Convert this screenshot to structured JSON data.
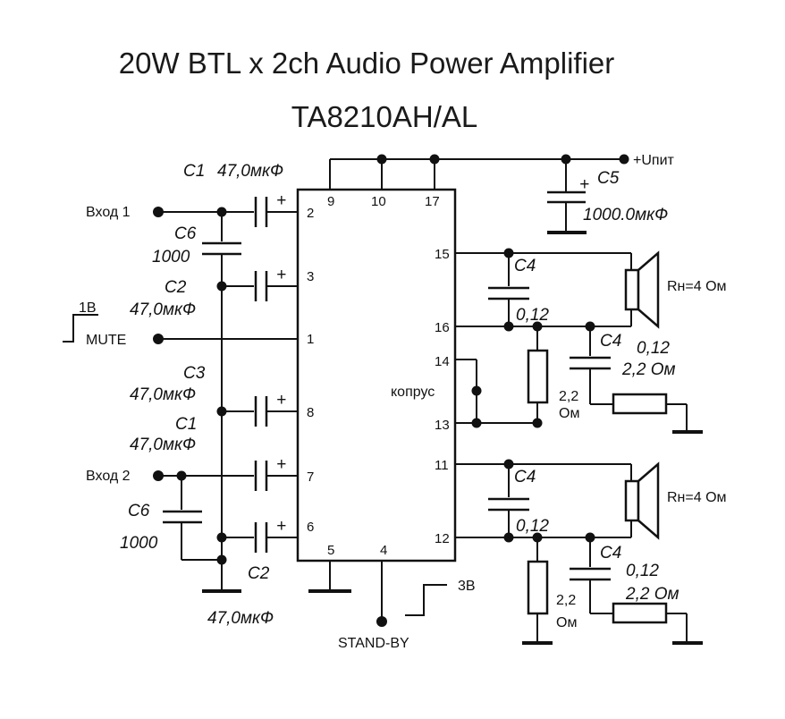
{
  "title": "20W BTL x  2ch Audio Power Amplifier",
  "subtitle": "TA8210AH/AL",
  "supply": "+Uпит",
  "c5": {
    "name": "C5",
    "value": "1000.0мкФ"
  },
  "inputs": {
    "in1": "Вход 1",
    "in2": "Вход 2"
  },
  "mute": {
    "voltage": "1В",
    "label": "MUTE"
  },
  "standby": {
    "voltage": "3В",
    "label": "STAND-BY"
  },
  "case_label": "копрус",
  "c1_top": {
    "name": "C1",
    "value": "47,0мкФ"
  },
  "c6_top": {
    "name": "C6",
    "value": "1000"
  },
  "c2_top": {
    "name": "C2",
    "value": "47,0мкФ"
  },
  "c3": {
    "name": "C3",
    "value": "47,0мкФ"
  },
  "c1_bot": {
    "name": "C1",
    "value": "47,0мкФ"
  },
  "c6_bot": {
    "name": "C6",
    "value": "1000"
  },
  "c2_bot": {
    "name": "C2",
    "value": "47,0мкФ"
  },
  "c4": {
    "name": "C4",
    "value": "0,12"
  },
  "r_snubber": {
    "value": "2,2",
    "unit": "Ом"
  },
  "r_snubber_full": "2,2 Ом",
  "speaker": "Rн=4 Ом",
  "plus": "+",
  "pins": {
    "p1": "1",
    "p2": "2",
    "p3": "3",
    "p4": "4",
    "p5": "5",
    "p6": "6",
    "p7": "7",
    "p8": "8",
    "p9": "9",
    "p10": "10",
    "p11": "11",
    "p12": "12",
    "p13": "13",
    "p14": "14",
    "p15": "15",
    "p16": "16",
    "p17": "17"
  }
}
